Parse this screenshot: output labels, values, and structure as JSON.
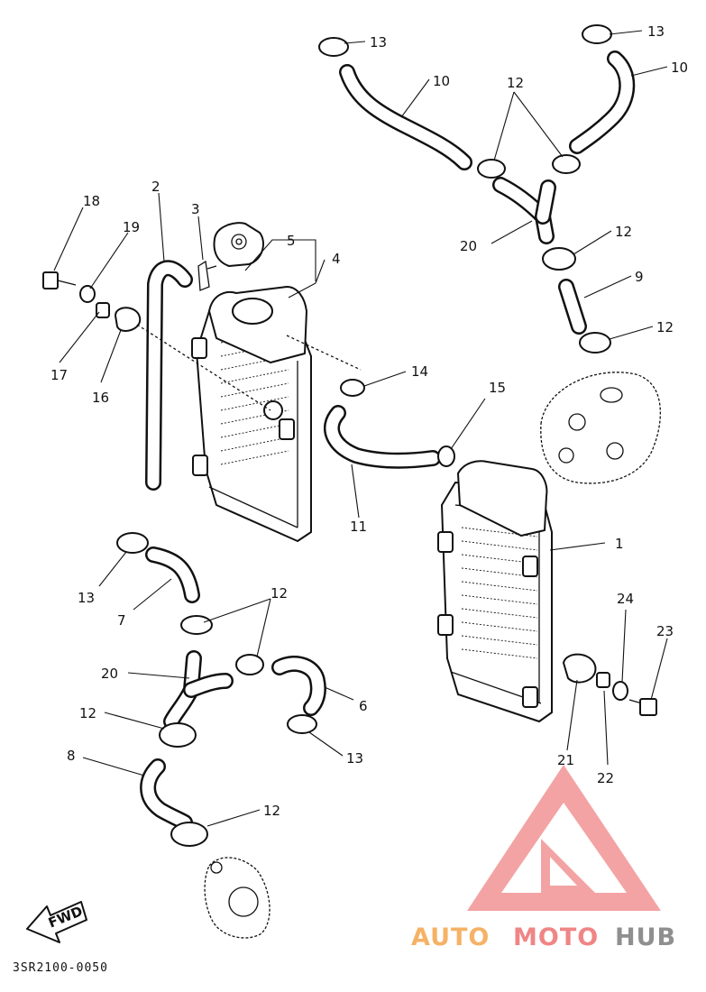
{
  "diagram_code": "3SR2100-0050",
  "fwd_label": "FWD",
  "brand": {
    "part1": "AUTO",
    "part2": "MOTO",
    "part3": "HUB"
  },
  "callouts": [
    "1",
    "2",
    "3",
    "4",
    "5",
    "6",
    "7",
    "8",
    "9",
    "10",
    "11",
    "12",
    "13",
    "14",
    "15",
    "16",
    "17",
    "18",
    "19",
    "20",
    "21",
    "22",
    "23",
    "24"
  ],
  "colors": {
    "brand_orange": "#f5b266",
    "brand_red": "#f08585",
    "brand_grey": "#8f8f8f"
  }
}
